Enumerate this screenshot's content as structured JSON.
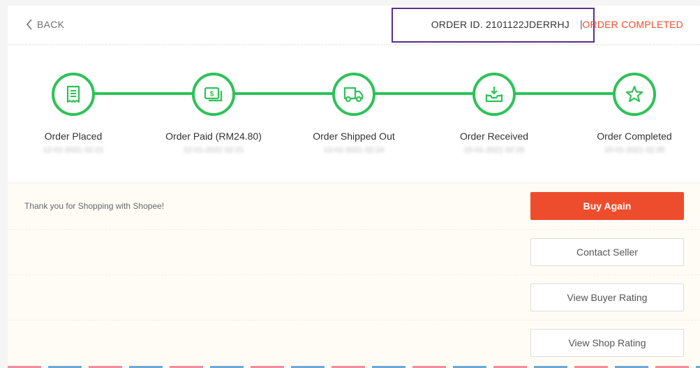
{
  "header": {
    "back_label": "BACK",
    "order_id": "ORDER ID. 2101122JDERRHJ",
    "separator": "|",
    "status": "ORDER COMPLETED"
  },
  "steps": [
    {
      "label": "Order Placed",
      "time": "12-01-2021 02:21",
      "icon": "receipt-icon"
    },
    {
      "label": "Order Paid (RM24.80)",
      "time": "12-01-2021 02:21",
      "icon": "money-icon"
    },
    {
      "label": "Order Shipped Out",
      "time": "13-01-2021 02:24",
      "icon": "truck-icon"
    },
    {
      "label": "Order Received",
      "time": "15-01-2021 02:26",
      "icon": "inbox-download-icon"
    },
    {
      "label": "Order Completed",
      "time": "15-01-2021 02:35",
      "icon": "star-icon"
    }
  ],
  "actions": {
    "thanks_text": "Thank you for Shopping with Shopee!",
    "buy_again": "Buy Again",
    "contact_seller": "Contact Seller",
    "view_buyer_rating": "View Buyer Rating",
    "view_shop_rating": "View Shop Rating"
  },
  "colors": {
    "accent": "#ee4d2d",
    "progress": "#2dc258",
    "highlight_box": "#5b2d90"
  }
}
